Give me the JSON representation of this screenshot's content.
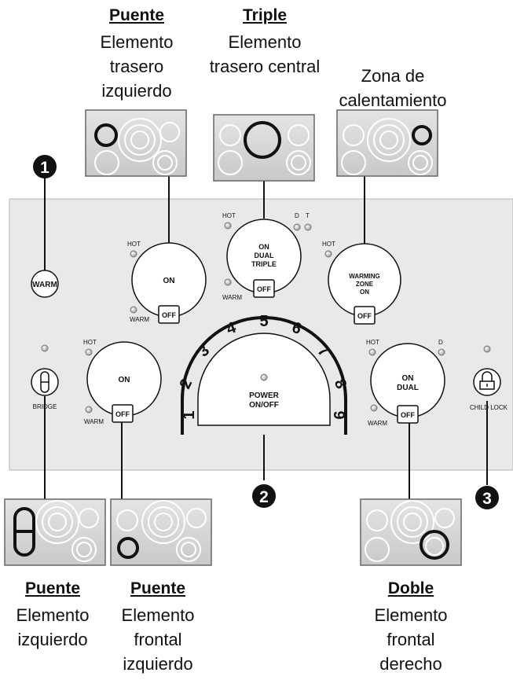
{
  "captions": {
    "top_left": {
      "title": "Puente",
      "desc": "Elemento trasero izquierdo"
    },
    "top_center": {
      "title": "Triple",
      "desc": "Elemento trasero central"
    },
    "top_right": {
      "title": "",
      "desc": "Zona de calentamiento"
    },
    "bottom_left": {
      "title": "Puente",
      "desc": "Elemento izquierdo"
    },
    "bottom_center": {
      "title": "Puente",
      "desc": "Elemento frontal izquierdo"
    },
    "bottom_right": {
      "title": "Doble",
      "desc": "Elemento frontal derecho"
    }
  },
  "callouts": [
    "1",
    "2",
    "3"
  ],
  "panel": {
    "warm_button": "WARM",
    "bridge_label": "BRIDGE",
    "child_lock_label": "CHILD LOCK",
    "hot": "HOT",
    "warm": "WARM",
    "off": "OFF",
    "d": "D",
    "t": "T",
    "rear_left_on": "ON",
    "front_left_on": "ON",
    "rear_center_lines": [
      "ON",
      "DUAL",
      "TRIPLE"
    ],
    "warming_zone_lines": [
      "WARMING",
      "ZONE",
      "ON"
    ],
    "front_right_lines": [
      "ON",
      "DUAL"
    ],
    "power_lines": [
      "POWER",
      "ON/OFF"
    ],
    "dial_numbers": [
      "1",
      "2",
      "3",
      "4",
      "5",
      "6",
      "7",
      "8",
      "9"
    ]
  },
  "colors": {
    "panel_bg": "#e9e9e9",
    "cooktop_bg": "#d6d6d6",
    "ink": "#111111"
  }
}
